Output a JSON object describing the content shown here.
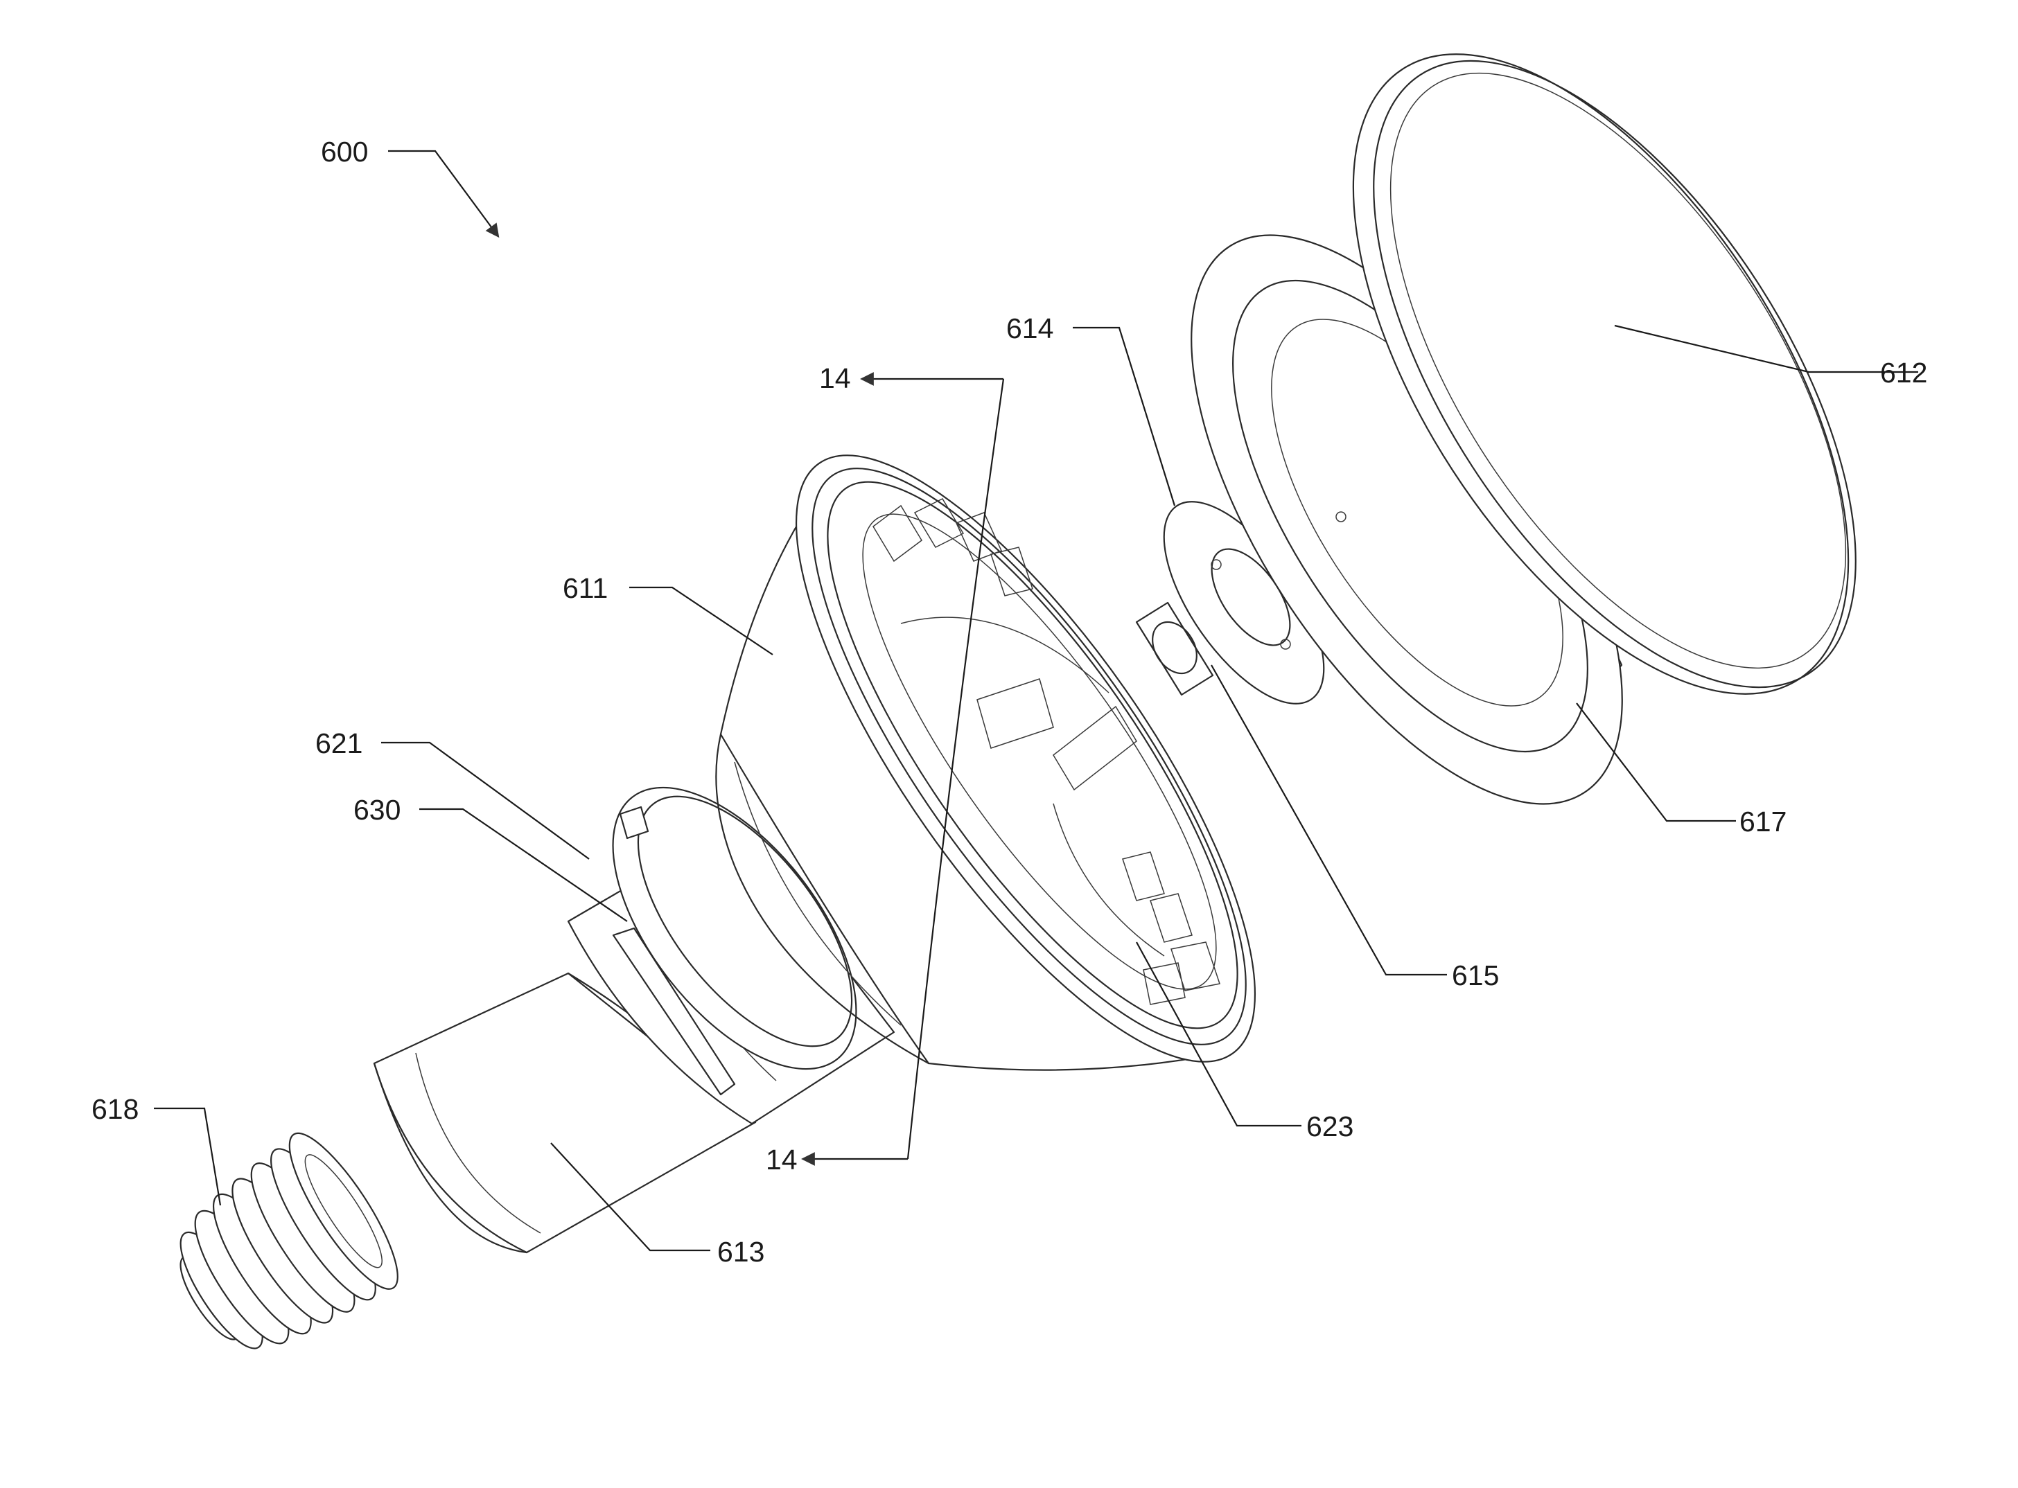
{
  "figure": {
    "labels": {
      "assembly": "600",
      "section_top": "14",
      "section_bottom": "14",
      "housing": "611",
      "lens": "612",
      "base_collar": "613",
      "led_board": "614",
      "driver_chip": "615",
      "optic": "617",
      "screw_base": "618",
      "ring": "621",
      "heat_sink": "623",
      "sleeve": "630"
    }
  }
}
